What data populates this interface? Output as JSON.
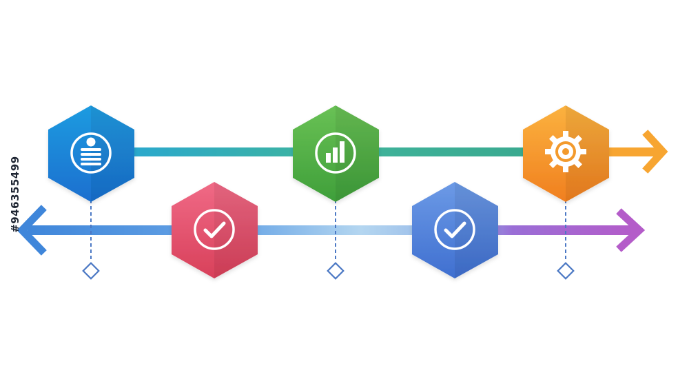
{
  "stock_id": "#946355499",
  "nodes": [
    {
      "name": "node-1",
      "icon": "person-card-icon",
      "color_top": "#1e9be0",
      "color_bottom": "#1a6fcf"
    },
    {
      "name": "node-2",
      "icon": "check-icon",
      "color_top": "#f06a86",
      "color_bottom": "#d8405a"
    },
    {
      "name": "node-3",
      "icon": "bar-chart-icon",
      "color_top": "#69c155",
      "color_bottom": "#3f9f3a"
    },
    {
      "name": "node-4",
      "icon": "check-icon",
      "color_top": "#6c9ae6",
      "color_bottom": "#3f6fd0"
    },
    {
      "name": "node-5",
      "icon": "gear-icon",
      "color_top": "#fbb23f",
      "color_bottom": "#f07f1f"
    }
  ],
  "colors": {
    "top_line": "#3ab7b0",
    "top_arrow": "#f7a531",
    "bottom_line_left": "#4a8fdc",
    "bottom_line_mid": "#a9cfee",
    "bottom_line_right": "#b45cc9",
    "dashed": "#4b78c4",
    "diamond": "#4b78c4"
  }
}
